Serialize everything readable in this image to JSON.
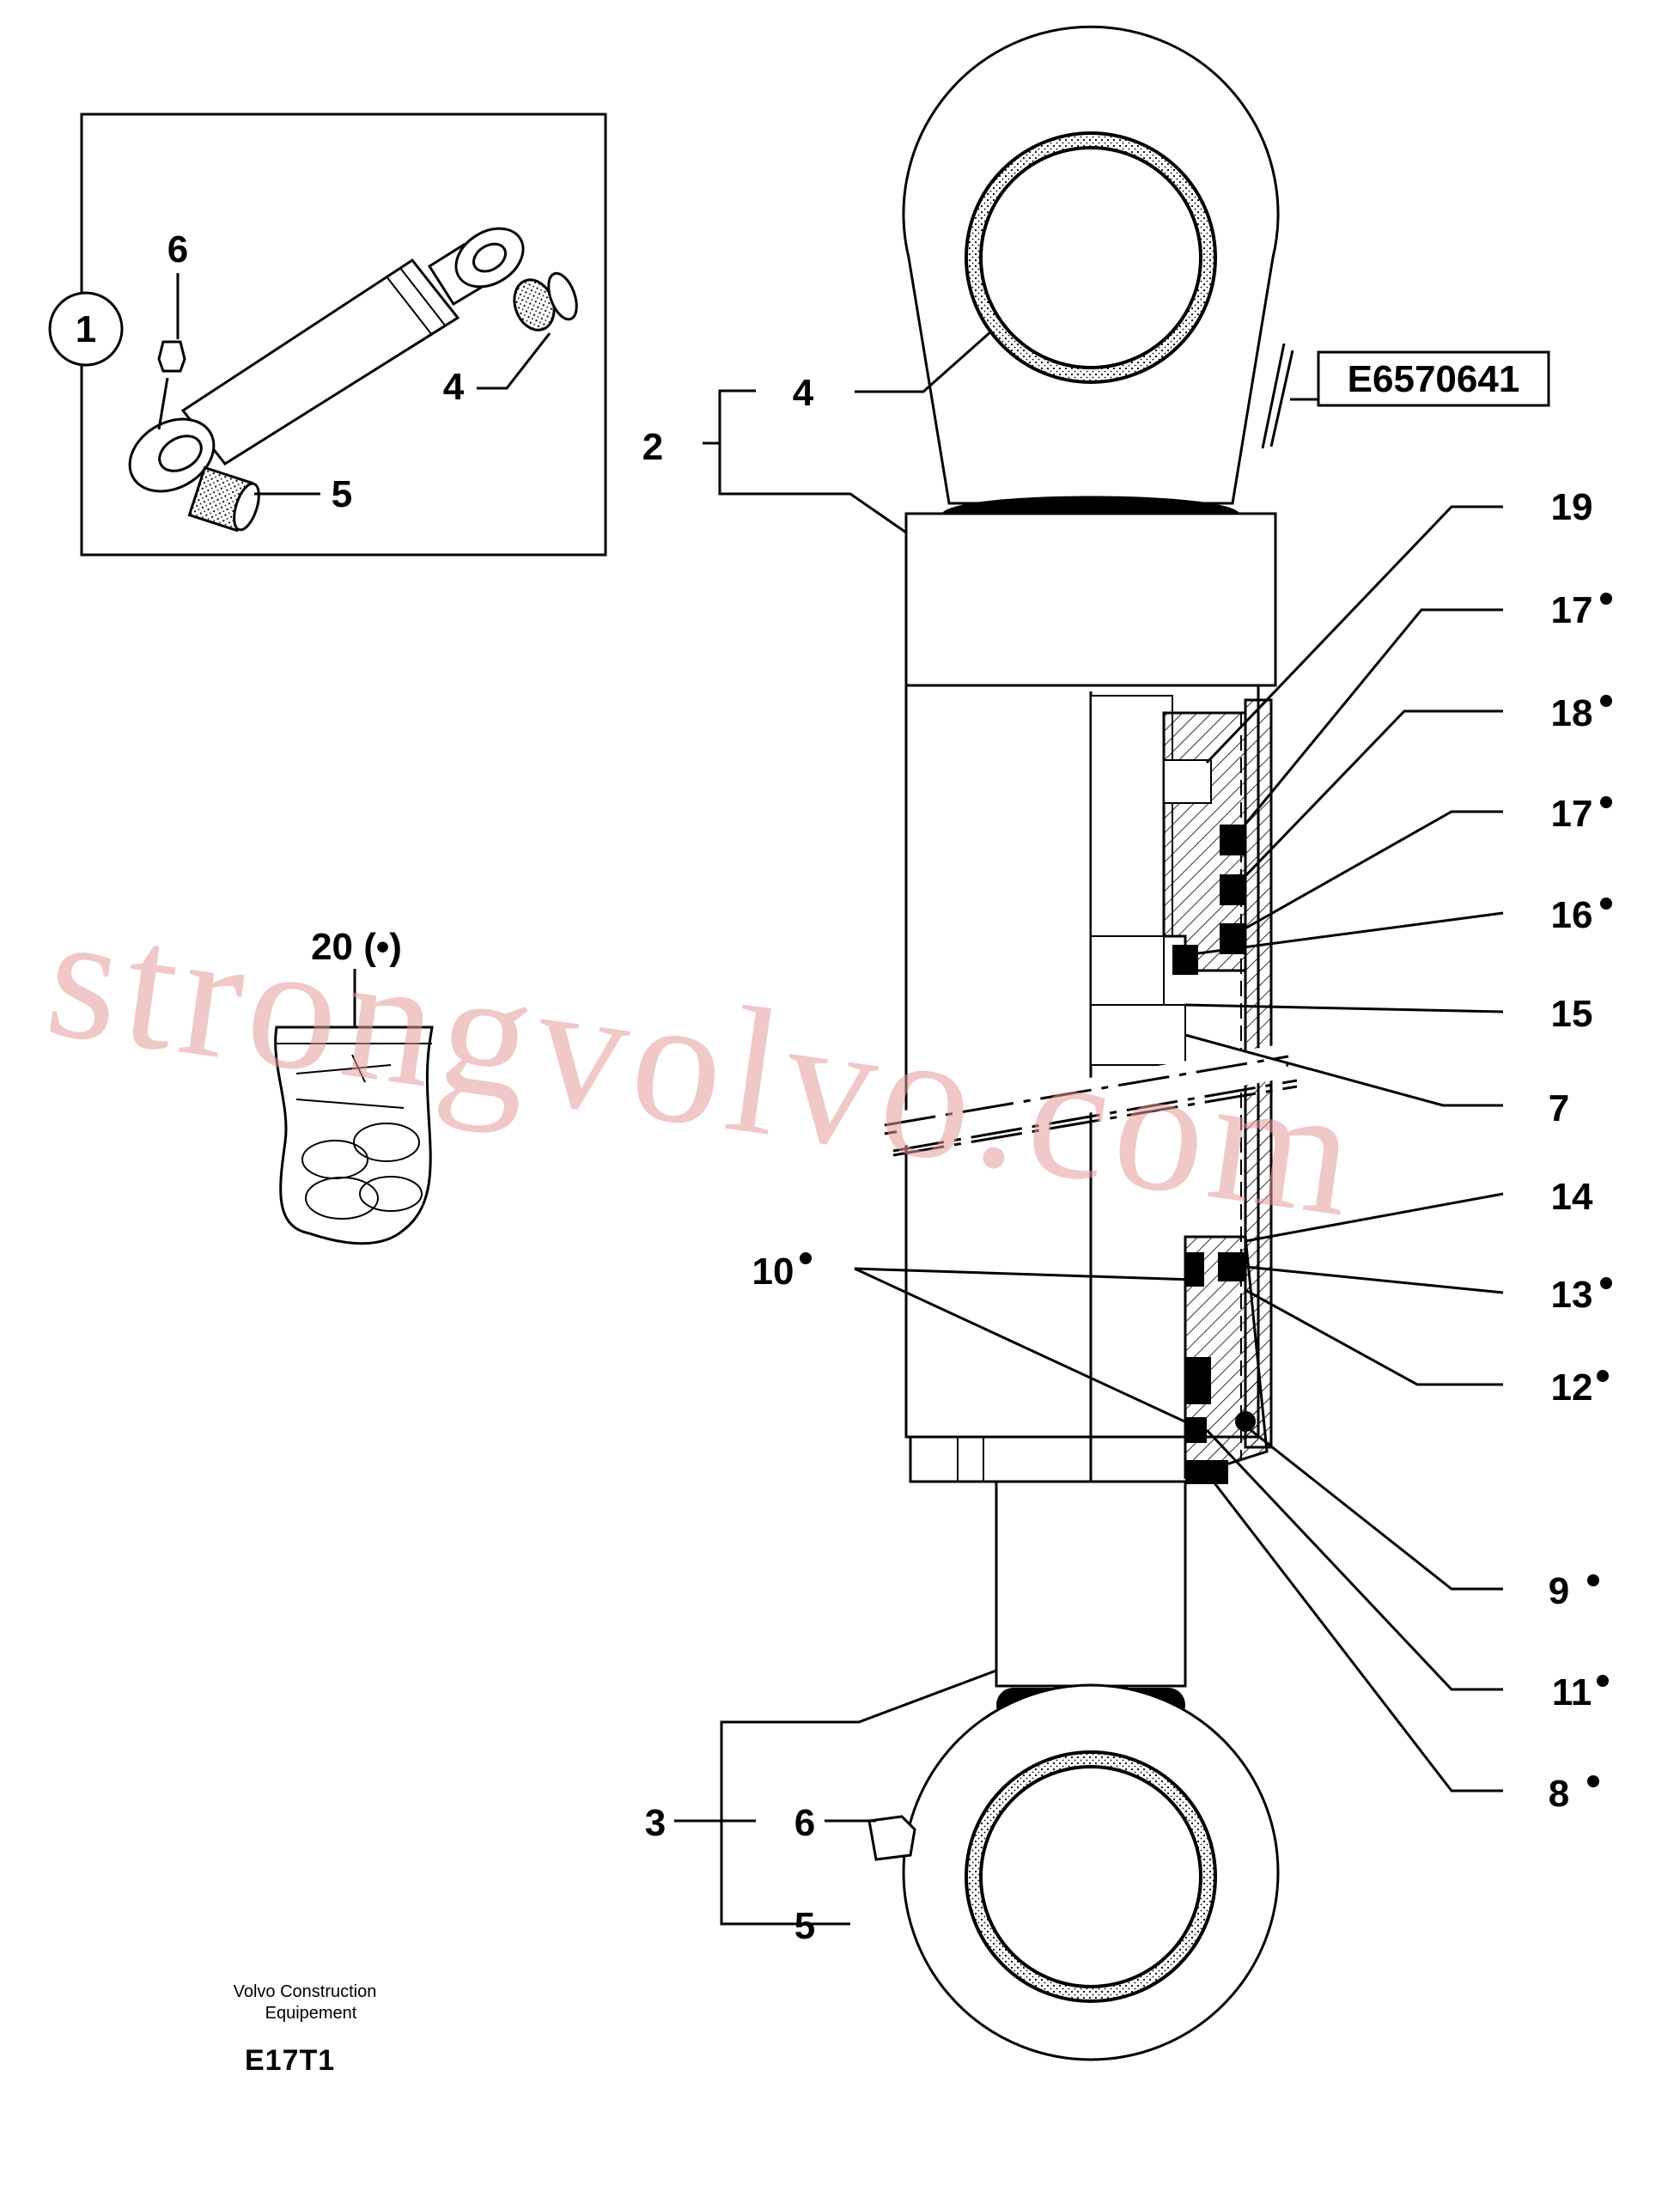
{
  "inset": {
    "circle_label": "1",
    "labels": {
      "grease_nipple": "6",
      "bushing_top": "4",
      "bushing_bottom": "5"
    }
  },
  "seal_kit": {
    "label": "20 (•)"
  },
  "callouts": {
    "c2": "2",
    "c3": "3",
    "c4": "4",
    "c5": "5",
    "c6": "6",
    "c7": "7",
    "c8": "8",
    "c9": "9",
    "c10": "10",
    "c11": "11",
    "c12": "12",
    "c13": "13",
    "c14": "14",
    "c15": "15",
    "c16": "16",
    "c17a": "17",
    "c17b": "17",
    "c18": "18",
    "c19": "19"
  },
  "part_number": "E6570641",
  "footer": {
    "maker_line1": "Volvo Construction",
    "maker_line2": "Equipement",
    "code": "E17T1"
  },
  "watermark": "strongvolvo.com"
}
